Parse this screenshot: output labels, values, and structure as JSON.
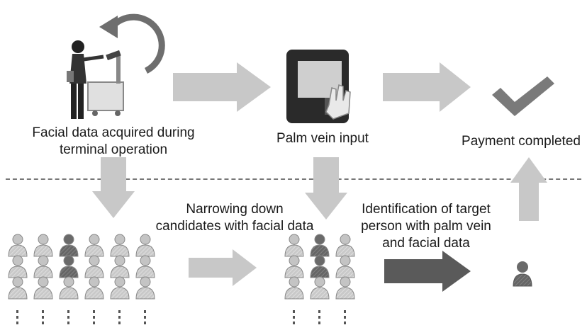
{
  "step_facial": {
    "line1": "Facial data acquired during",
    "line2": "terminal operation"
  },
  "step_palm": "Palm vein input",
  "step_payment": "Payment completed",
  "step_narrow": {
    "line1": "Narrowing down",
    "line2": "candidates with facial data"
  },
  "step_identify": {
    "line1": "Identification of target",
    "line2": "person with palm vein",
    "line3": "and facial data"
  },
  "colors": {
    "arrow_light": "#c8c8c8",
    "arrow_dark": "#5a5a5a",
    "person_light": "#c4c4c4",
    "person_dark": "#6a6a6a",
    "check": "#7a7a7a"
  }
}
